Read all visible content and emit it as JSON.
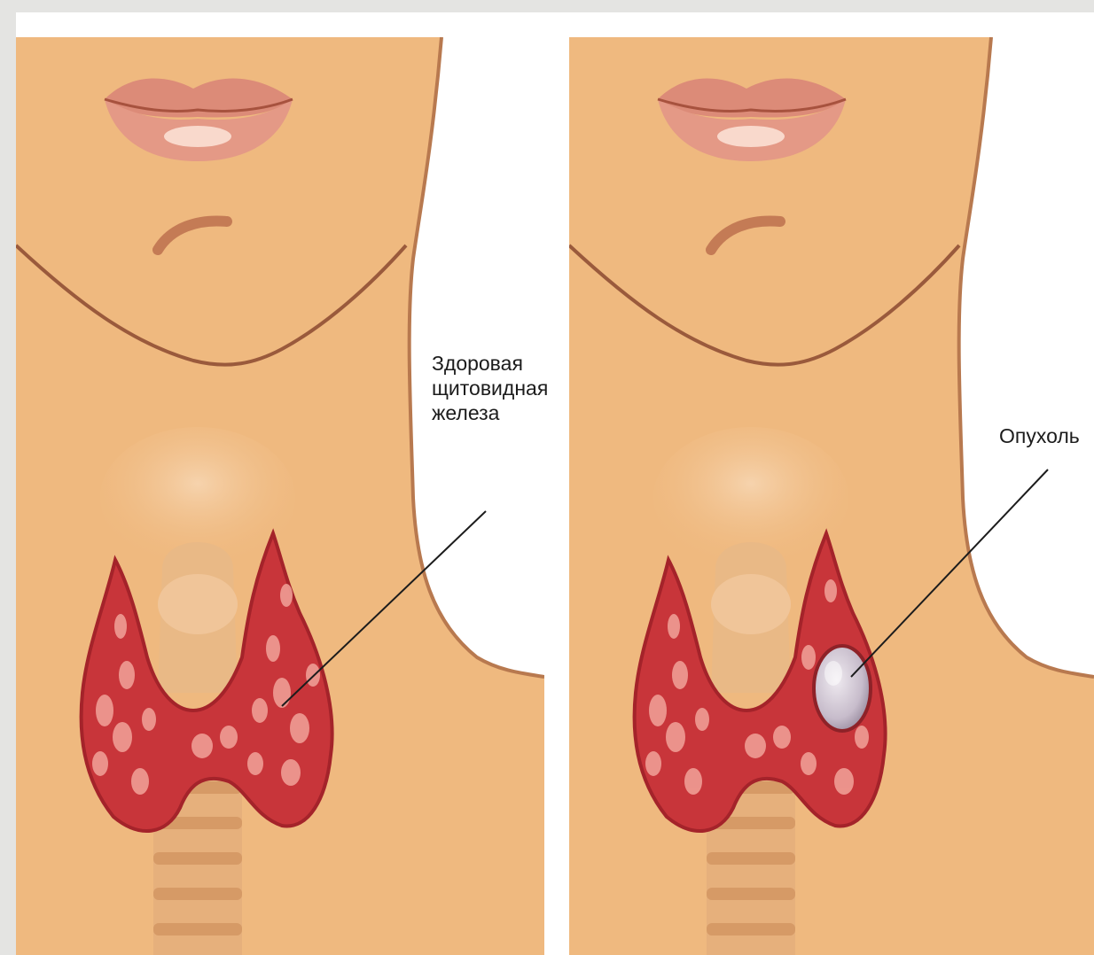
{
  "labels": {
    "healthy_gland": [
      "Здоровая",
      "щитовидная",
      "железа"
    ],
    "tumor": "Опухоль"
  },
  "colors": {
    "skin": "#efb97f",
    "skin_outline": "#b8794f",
    "lips": "#dc8b78",
    "thyroid": "#c8353a",
    "thyroid_highlight": "#f2a39a",
    "tumor": "#c7bccb",
    "trachea": "#e6b07c",
    "background": "#ffffff"
  }
}
